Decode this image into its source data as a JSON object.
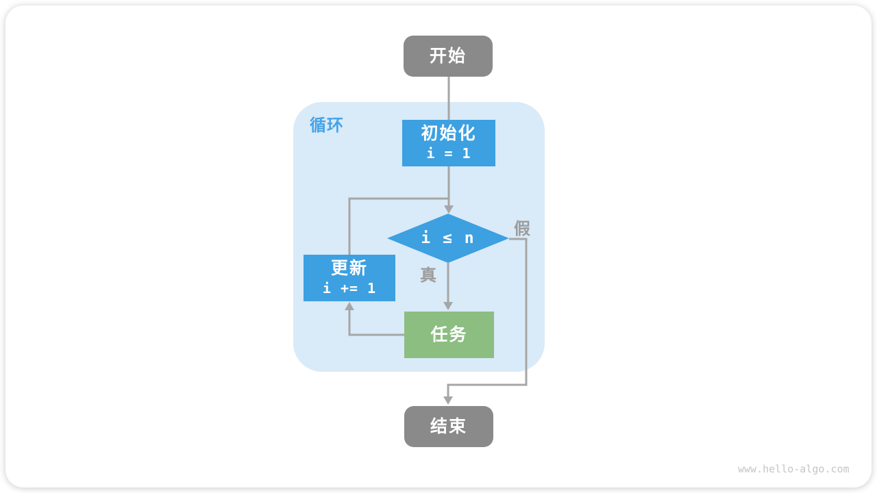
{
  "page": {
    "watermark": "www.hello-algo.com"
  },
  "diagram": {
    "group_label": "循环",
    "nodes": {
      "start": {
        "label": "开始"
      },
      "init": {
        "title": "初始化",
        "code": "i = 1"
      },
      "cond": {
        "label": "i ≤ n"
      },
      "update": {
        "title": "更新",
        "code": "i += 1"
      },
      "task": {
        "label": "任务"
      },
      "end": {
        "label": "结束"
      }
    },
    "edge_labels": {
      "true_branch": "真",
      "false_branch": "假"
    },
    "colors": {
      "process_blue": "#3CA0E1",
      "task_green": "#8CBE82",
      "terminal_gray": "#8A8A8A",
      "loop_container_bg": "#D9EAF8",
      "loop_label_blue": "#45A3E6",
      "connector_gray": "#A6A6A6",
      "edge_label_gray": "#9C9C9C",
      "watermark_gray": "#C6C6C6"
    }
  }
}
